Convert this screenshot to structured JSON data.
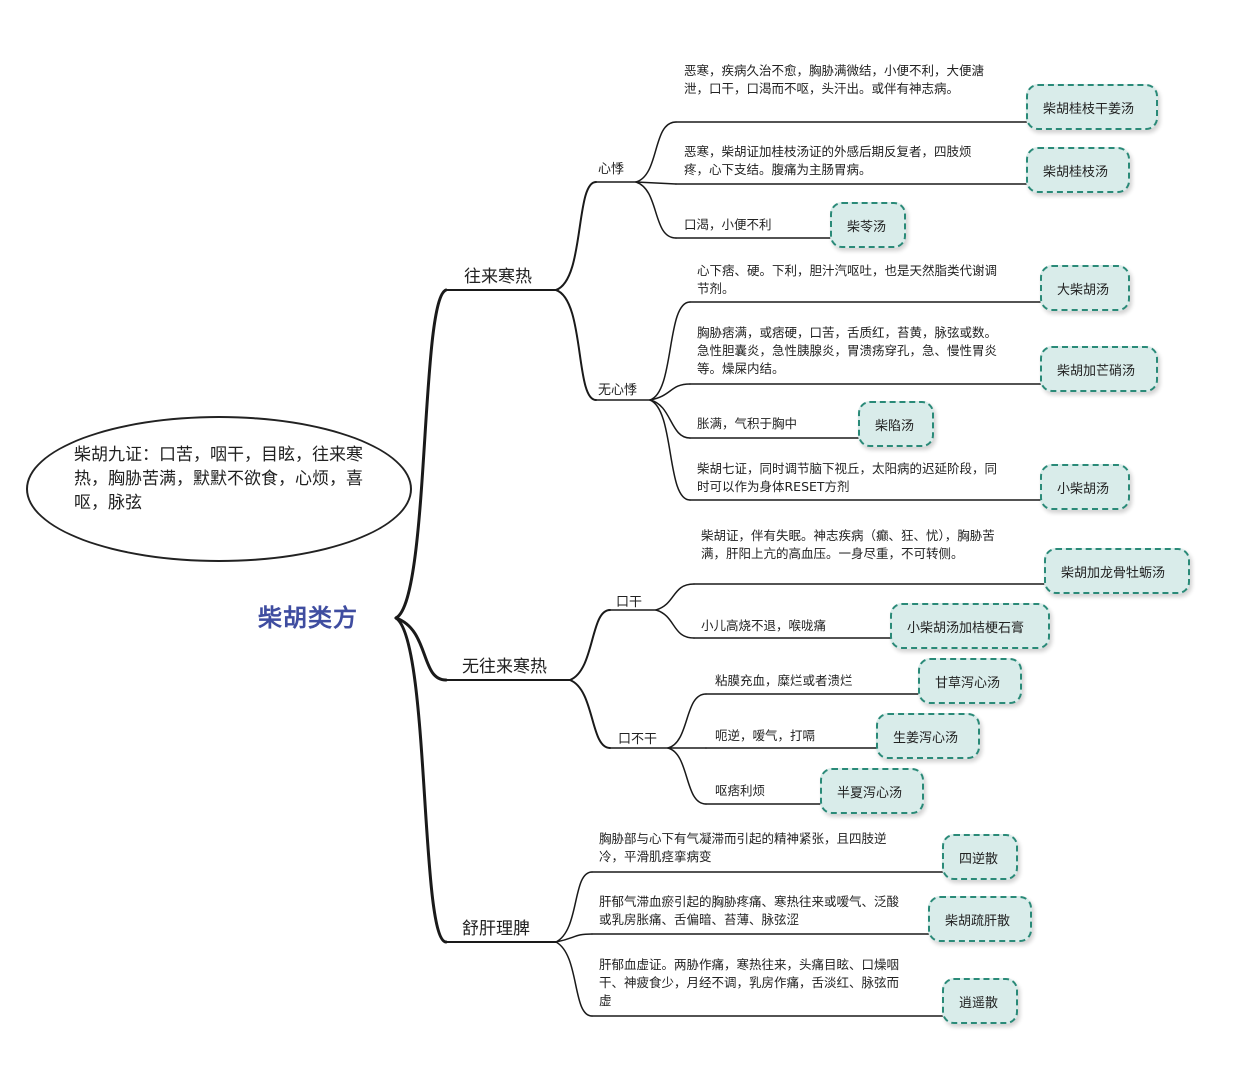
{
  "note": {
    "text": "柴胡九证：口苦，咽干，目眩，往来寒热，胸胁苦满，默默不欲食，心烦，喜呕，脉弦"
  },
  "root": {
    "label": "柴胡类方"
  },
  "branches": [
    {
      "label": "往来寒热",
      "groups": [
        {
          "label": "心悸",
          "items": [
            {
              "desc": "恶寒，疾病久治不愈，胸胁满微结，小便不利，大便溏泄，口干，口渴而不呕，头汗出。或伴有神志病。",
              "formula": "柴胡桂枝干姜汤"
            },
            {
              "desc": "恶寒，柴胡证加桂枝汤证的外感后期反复者，四肢烦疼，心下支结。腹痛为主肠胃病。",
              "formula": "柴胡桂枝汤"
            },
            {
              "desc": "口渴，小便不利",
              "formula": "柴苓汤"
            }
          ]
        },
        {
          "label": "无心悸",
          "items": [
            {
              "desc": "心下痞、硬。下利，胆汁汽呕吐，也是天然脂类代谢调节剂。",
              "formula": "大柴胡汤"
            },
            {
              "desc": "胸胁痞满，或痞硬，口苦，舌质红，苔黄，脉弦或数。急性胆囊炎，急性胰腺炎，胃溃疡穿孔，急、慢性胃炎等。燥屎内结。",
              "formula": "柴胡加芒硝汤"
            },
            {
              "desc": "胀满，气积于胸中",
              "formula": "柴陷汤"
            },
            {
              "desc": "柴胡七证，同时调节脑下视丘，太阳病的迟延阶段，同时可以作为身体RESET方剂",
              "formula": "小柴胡汤"
            }
          ]
        }
      ]
    },
    {
      "label": "无往来寒热",
      "groups": [
        {
          "label": "口干",
          "items": [
            {
              "desc": "柴胡证，伴有失眠。神志疾病（癫、狂、忧），胸胁苦满，肝阳上亢的高血压。一身尽重，不可转侧。",
              "formula": "柴胡加龙骨牡蛎汤"
            },
            {
              "desc": "小儿高烧不退，喉咙痛",
              "formula": "小柴胡汤加桔梗石膏"
            }
          ]
        },
        {
          "label": "口不干",
          "items": [
            {
              "desc": "粘膜充血，糜烂或者溃烂",
              "formula": "甘草泻心汤"
            },
            {
              "desc": "呃逆，嗳气，打嗝",
              "formula": "生姜泻心汤"
            },
            {
              "desc": "呕痞利烦",
              "formula": "半夏泻心汤"
            }
          ]
        }
      ]
    },
    {
      "label": "舒肝理脾",
      "items": [
        {
          "desc": "胸胁部与心下有气凝滞而引起的精神紧张，且四肢逆冷，平滑肌痉挛病变",
          "formula": "四逆散"
        },
        {
          "desc": "肝郁气滞血瘀引起的胸胁疼痛、寒热往来或嗳气、泛酸或乳房胀痛、舌偏暗、苔薄、脉弦涩",
          "formula": "柴胡疏肝散"
        },
        {
          "desc": "肝郁血虚证。两胁作痛，寒热往来，头痛目眩、口燥咽干、神疲食少，月经不调，乳房作痛，舌淡红、脉弦而虚",
          "formula": "逍遥散"
        }
      ]
    }
  ]
}
